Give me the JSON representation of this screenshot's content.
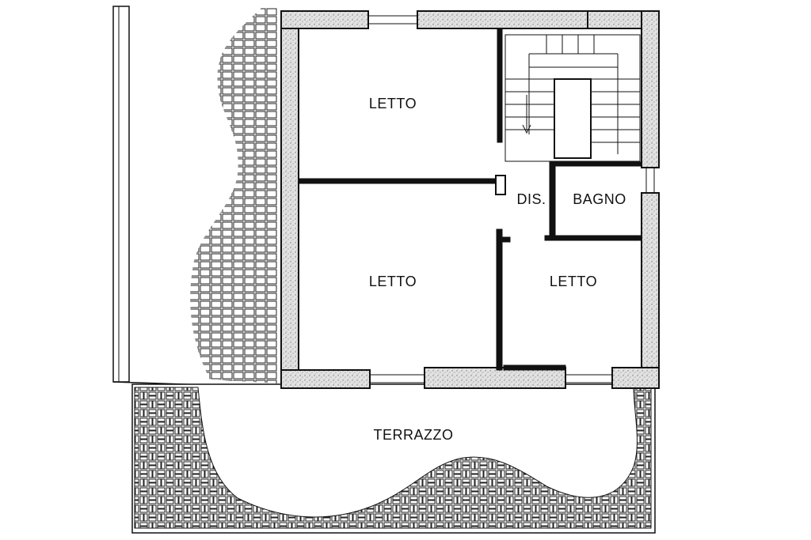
{
  "rooms": {
    "letto_top": "LETTO",
    "letto_mid": "LETTO",
    "letto_right": "LETTO",
    "dis": "DIS.",
    "bagno": "BAGNO",
    "terrazzo": "TERRAZZO"
  },
  "colors": {
    "wall_fill": "#d9d9d9",
    "ink": "#111111",
    "paper": "#ffffff"
  }
}
